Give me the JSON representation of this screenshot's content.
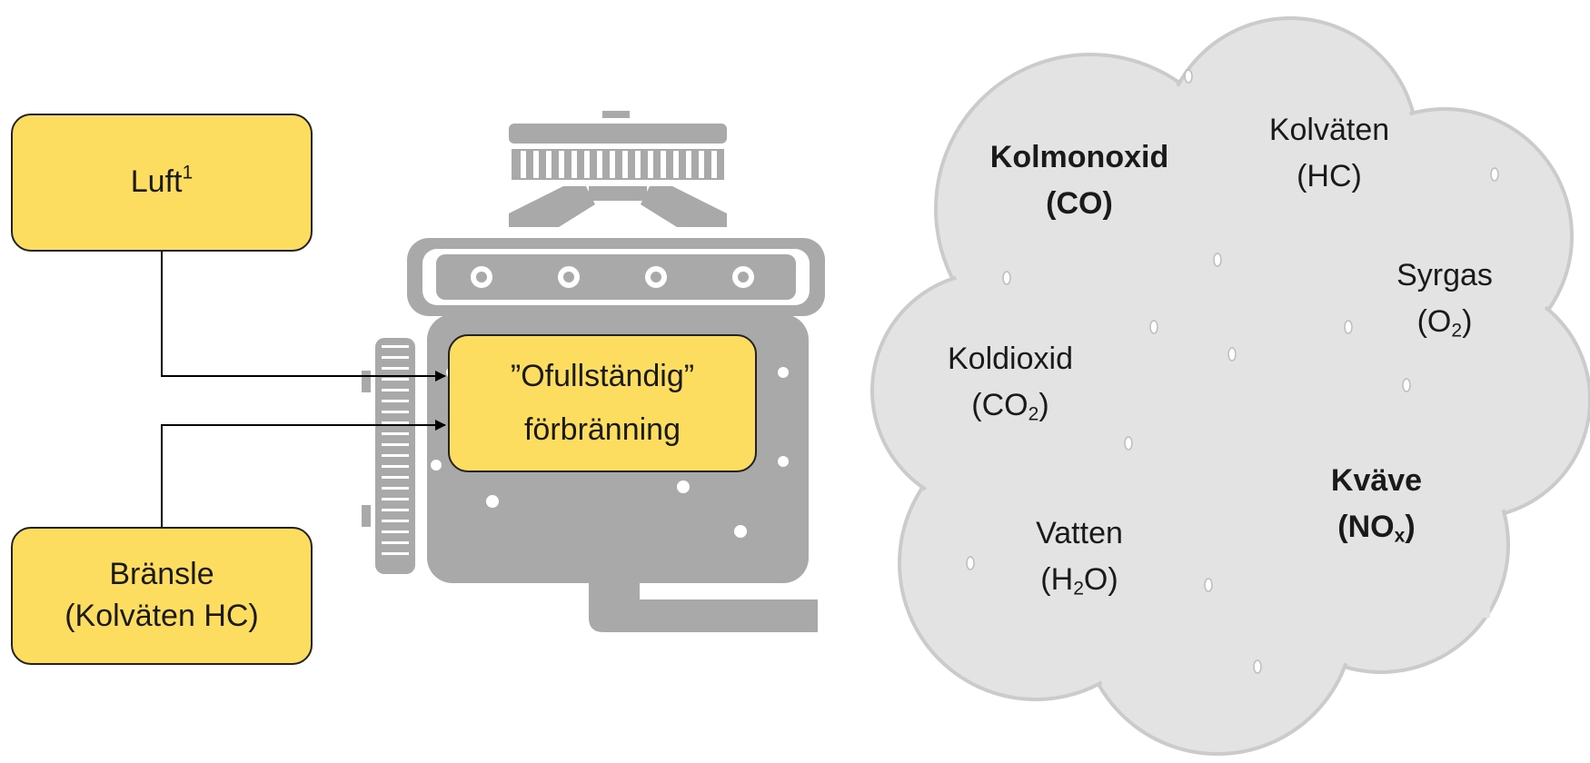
{
  "inputs": {
    "air": {
      "text": "Luft",
      "footnote": "1"
    },
    "fuel": {
      "line1": "Bränsle",
      "line2": "(Kolväten HC)"
    }
  },
  "combustion": {
    "line1": "”Ofullständig”",
    "line2": "förbränning"
  },
  "emissions": {
    "co": {
      "name": "Kolmonoxid",
      "formula": "(CO)",
      "emphasis": true
    },
    "hc": {
      "name": "Kolväten",
      "formula": "(HC)"
    },
    "o2": {
      "name": "Syrgas",
      "formula_open": "(O",
      "formula_sub": "2",
      "formula_close": ")"
    },
    "co2": {
      "name": "Koldioxid",
      "formula_open": "(CO",
      "formula_sub": "2",
      "formula_close": ")"
    },
    "h2o": {
      "name": "Vatten",
      "formula_open": "(H",
      "formula_sub": "2",
      "formula_close": "O)"
    },
    "nox": {
      "name": "Kväve",
      "formula_open": "(NO",
      "formula_sub": "x",
      "formula_close": ")",
      "emphasis": true
    }
  },
  "colors": {
    "box_fill": "#fddd60",
    "engine_gray": "#a9a9a9",
    "cloud_fill": "#e3e3e3",
    "cloud_stroke": "#cbcbcb",
    "connector": "#000000"
  },
  "icons": [
    "engine-illustration",
    "exhaust-cloud-illustration"
  ]
}
